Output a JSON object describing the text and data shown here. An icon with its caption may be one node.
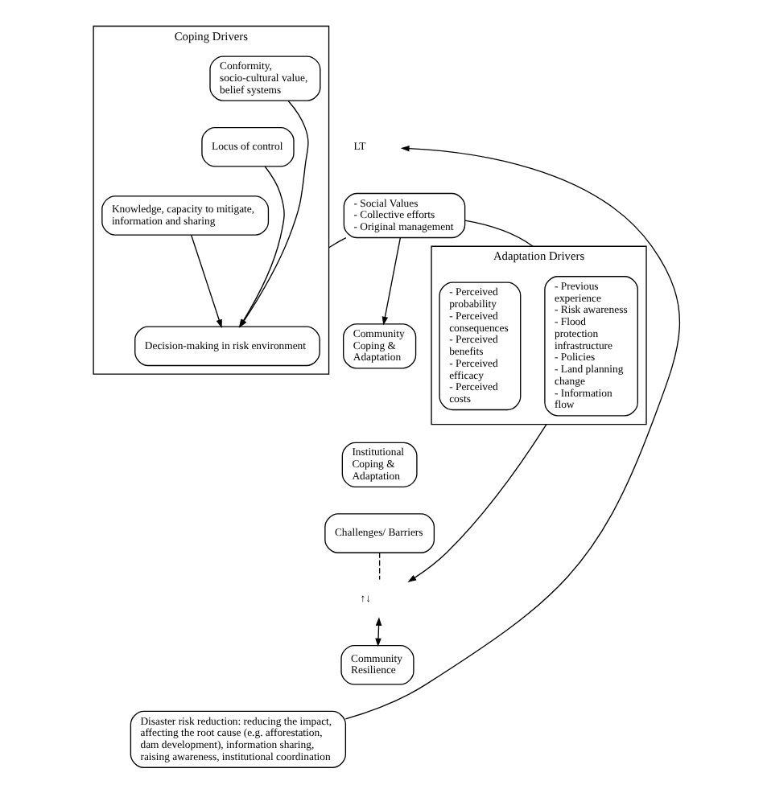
{
  "diagram": {
    "nodes": [
      {
        "text": [
          "- Social Values",
          "- Collective efforts",
          "- Original management"
        ]
      },
      {
        "text": [
          "Coping Drivers"
        ]
      },
      {
        "text": [
          "Decision-making in risk environment"
        ],
        "in": 1
      },
      {
        "text": [
          "Conformity, socio-cultural value, belief systems"
        ],
        "in": 1
      },
      {
        "text": [
          "Locus of control"
        ],
        "in": 1
      },
      {
        "text": [
          "Knowledge, capacity to mitigate, information and sharing"
        ],
        "in": 1
      },
      {
        "text": [
          "Adaptation Drivers"
        ]
      },
      {
        "text": [
          "- Previous experience",
          "- Risk awareness",
          "- Flood protection infrastructure",
          "- Policies",
          "- Land planning change",
          "- Information flow"
        ],
        "in": 6
      },
      {
        "text": [
          "- Perceived probability",
          "- Perceived consequences",
          "- Perceived benefits",
          "- Perceived efficacy",
          "- Perceived costs"
        ],
        "in": 6
      },
      {
        "text": [
          "Community Coping & Adaptation"
        ]
      },
      {
        "text": [
          "↑↓"
        ]
      },
      {
        "text": [
          "Institutional Coping & Adaptation"
        ]
      },
      {
        "text": [
          "Challenges/ Barriers"
        ]
      },
      {
        "text": [
          "Community Resilience"
        ]
      },
      {
        "text": [
          "Disaster risk reduction: reducing the impact, affecting the root cause (e.g. afforestation, dam development), information sharing, raising awareness, institutional coordination"
        ]
      },
      {
        "text": [
          "LT"
        ]
      }
    ],
    "edges": [
      {
        "from": 0,
        "to": 1,
        "arrow": "none"
      },
      {
        "from": 0,
        "to": 6,
        "arrow": "none"
      },
      {
        "from": 0,
        "to": 9,
        "arrow": "to"
      },
      {
        "from": 4,
        "to": 2,
        "arrow": "to"
      },
      {
        "from": 3,
        "to": 2,
        "arrow": "to"
      },
      {
        "from": 5,
        "to": 2,
        "arrow": "to"
      },
      {
        "from": 6,
        "to": 10,
        "arrow": "to"
      },
      {
        "from": 10,
        "to": 13,
        "arrow": "both"
      },
      {
        "from": 12,
        "to": 10,
        "arrow": "none",
        "style": "dashed"
      },
      {
        "from": 14,
        "to": 15,
        "arrow": "to"
      }
    ]
  }
}
